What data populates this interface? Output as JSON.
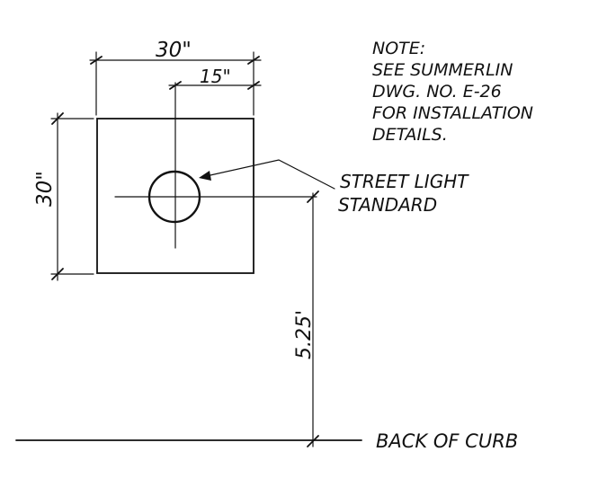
{
  "dimensions": {
    "top_width": "30\"",
    "half_width": "15\"",
    "side_height": "30\"",
    "offset_to_curb": "5.25'"
  },
  "note": {
    "lines": [
      "NOTE:",
      "SEE SUMMERLIN",
      "DWG. NO. E-26",
      "FOR INSTALLATION",
      "DETAILS."
    ]
  },
  "callout": {
    "lines": [
      "STREET LIGHT",
      "STANDARD"
    ]
  },
  "curb_label": "BACK OF CURB"
}
